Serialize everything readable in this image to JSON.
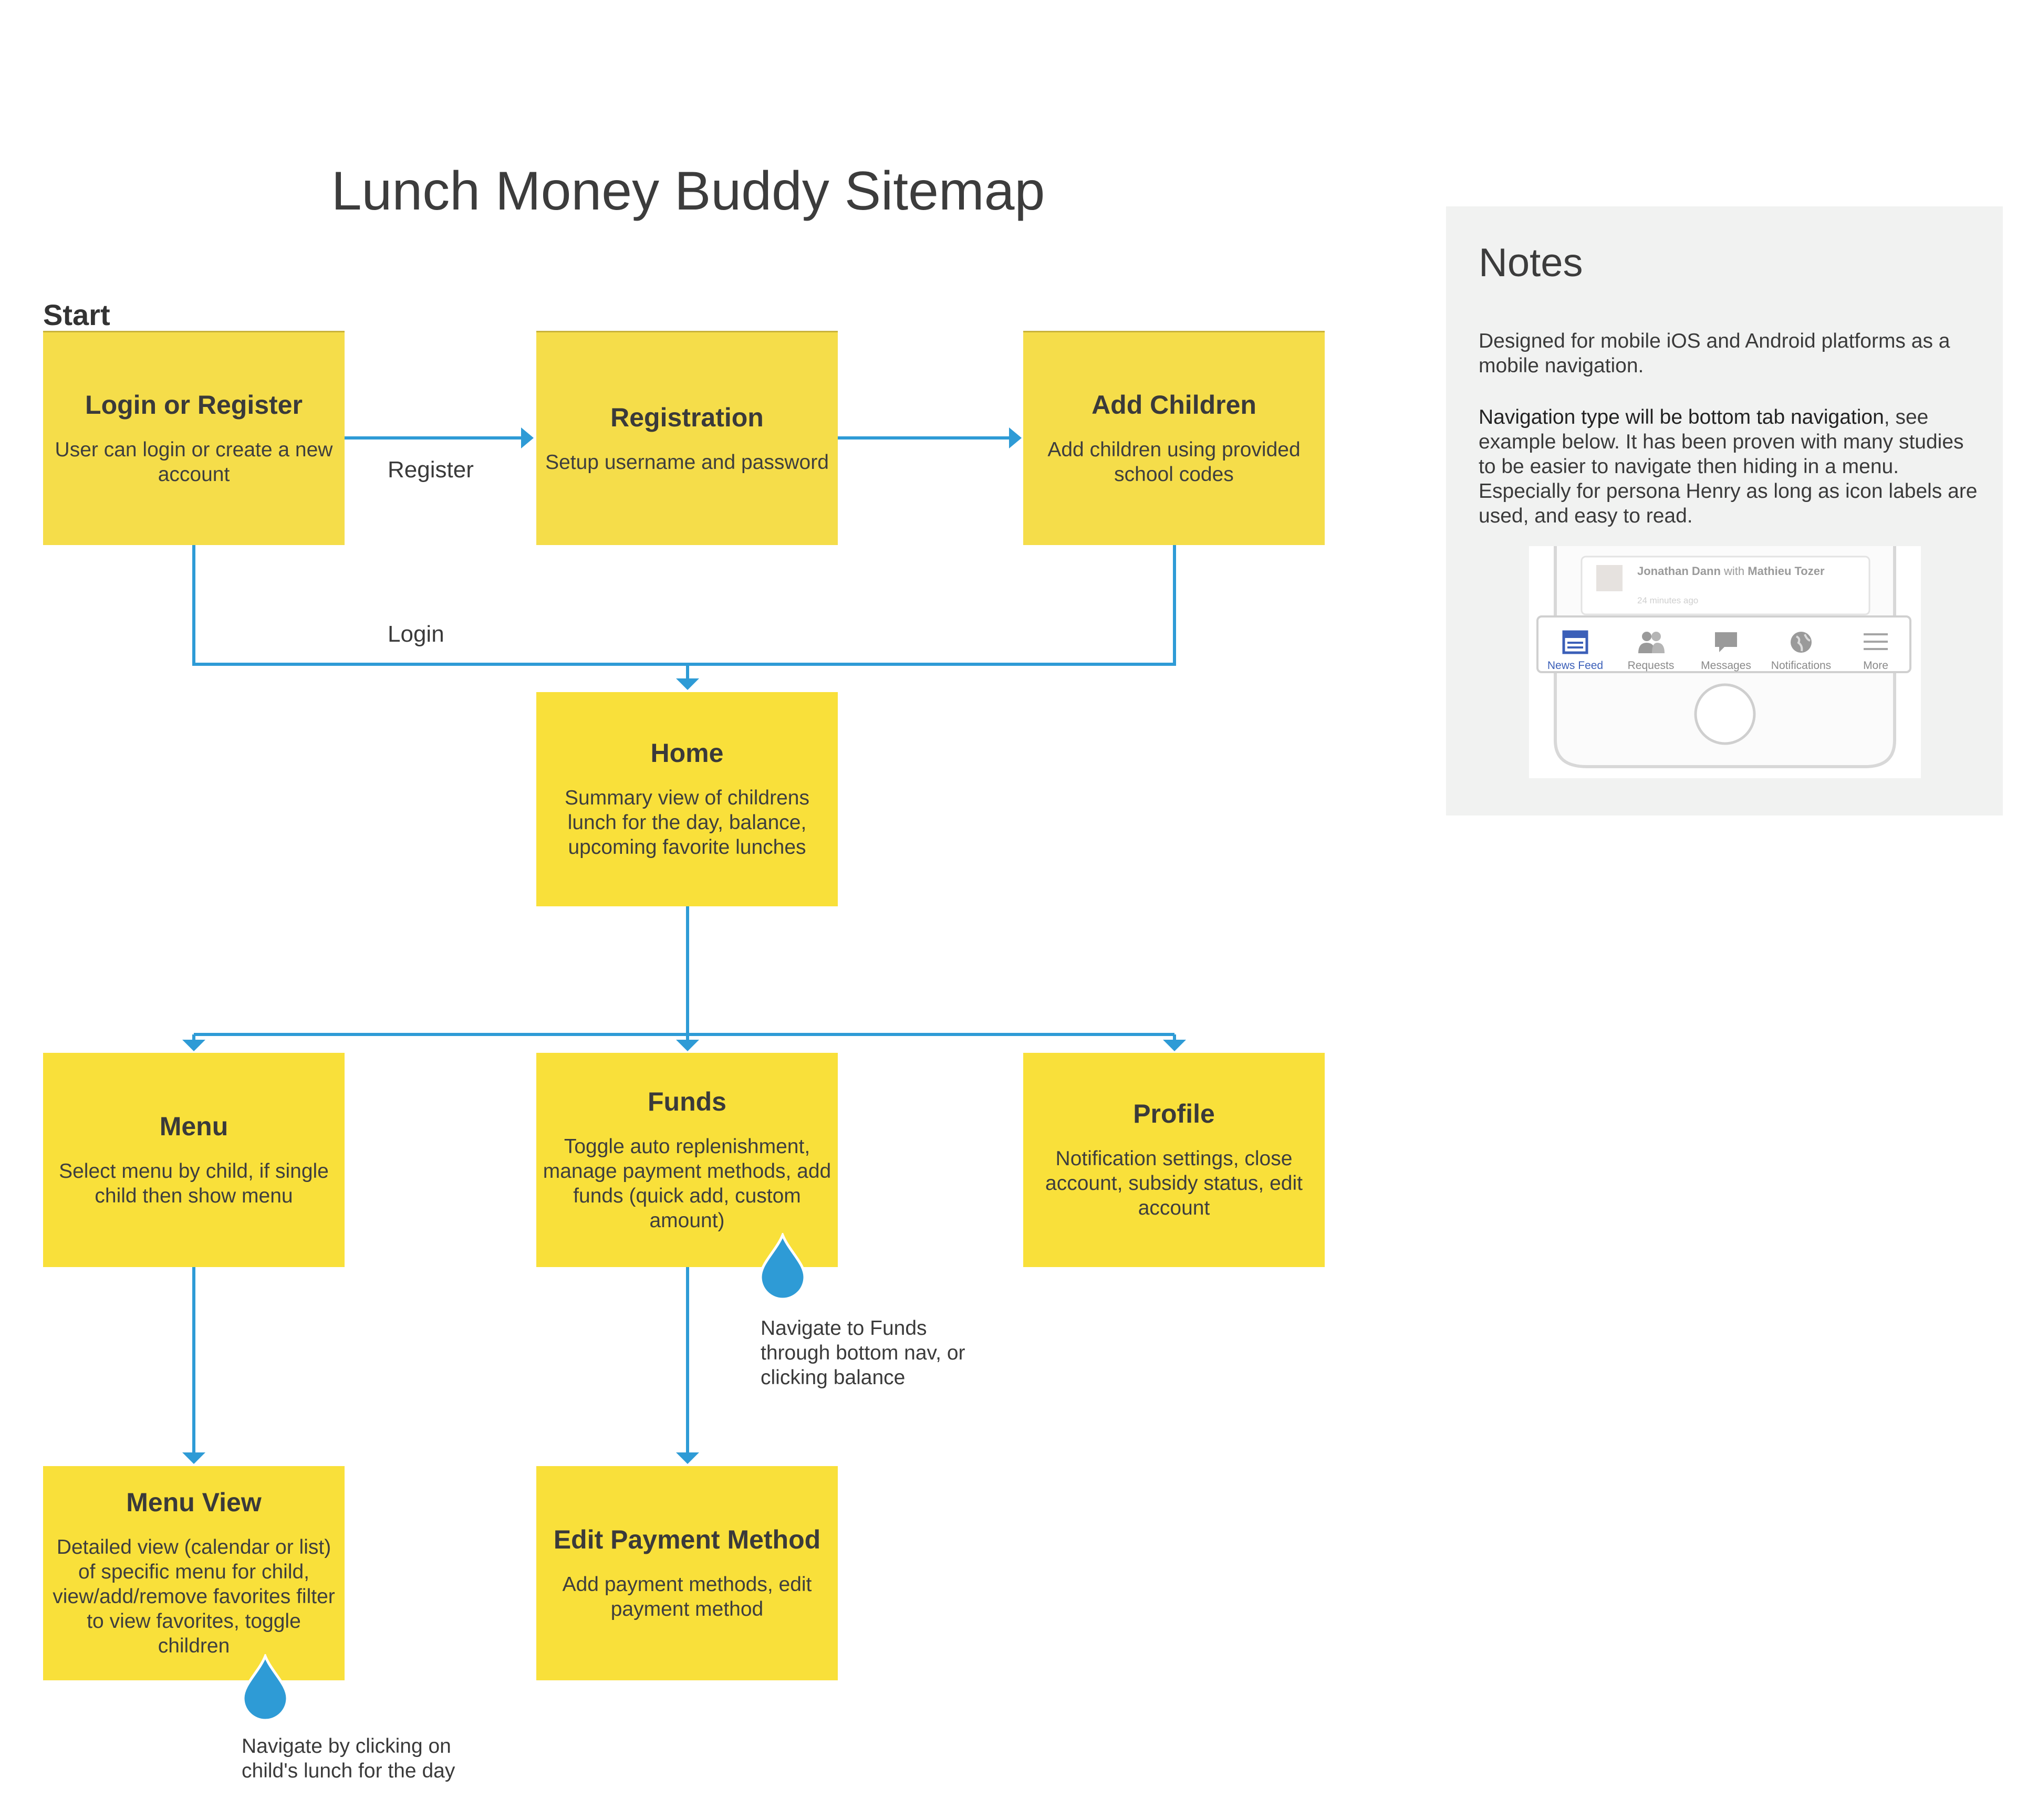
{
  "title": "Lunch Money Buddy Sitemap",
  "start_label": "Start",
  "nodes": {
    "login": {
      "title": "Login or Register",
      "desc": "User can login or create a new account"
    },
    "registration": {
      "title": "Registration",
      "desc": "Setup username and password"
    },
    "add_children": {
      "title": "Add Children",
      "desc": "Add children using provided school codes"
    },
    "home": {
      "title": "Home",
      "desc": "Summary view of childrens lunch for the day, balance, upcoming favorite lunches"
    },
    "menu": {
      "title": "Menu",
      "desc": "Select menu by child, if single child then show menu"
    },
    "funds": {
      "title": "Funds",
      "desc": "Toggle auto replenishment, manage payment methods, add funds (quick add, custom amount)"
    },
    "profile": {
      "title": "Profile",
      "desc": "Notification settings, close account, subsidy status, edit account"
    },
    "menu_view": {
      "title": "Menu View",
      "desc": "Detailed view (calendar or list) of specific menu for child, view/add/remove favorites filter to view favorites, toggle children"
    },
    "edit_payment": {
      "title": "Edit Payment Method",
      "desc": "Add payment methods, edit payment method"
    }
  },
  "edge_labels": {
    "register": "Register",
    "login": "Login"
  },
  "annotations": {
    "funds_note": "Navigate to Funds through bottom nav, or clicking balance",
    "menu_view_note": "Navigate by clicking on child's lunch for the day"
  },
  "notes": {
    "title": "Notes",
    "paragraph1": "Designed for mobile iOS and Android platforms as a mobile navigation.",
    "paragraph2_strong": "Navigation type will be bottom tab navigation",
    "paragraph2_rest": ", see example below. It has been proven with many studies to be easier to navigate then hiding in a menu. Especially for persona Henry as long as icon labels are used, and easy to read.",
    "phone_example": {
      "post_author": "Jonathan Dann",
      "post_with": "with",
      "post_tagged": "Mathieu Tozer",
      "post_time": "24 minutes ago",
      "tabs": [
        "News Feed",
        "Requests",
        "Messages",
        "Notifications",
        "More"
      ],
      "active_tab": "News Feed"
    }
  },
  "colors": {
    "box": "#f9e03a",
    "connector": "#2e9bd6",
    "notes_bg": "#f1f2f1",
    "marker": "#2e9bd6"
  }
}
